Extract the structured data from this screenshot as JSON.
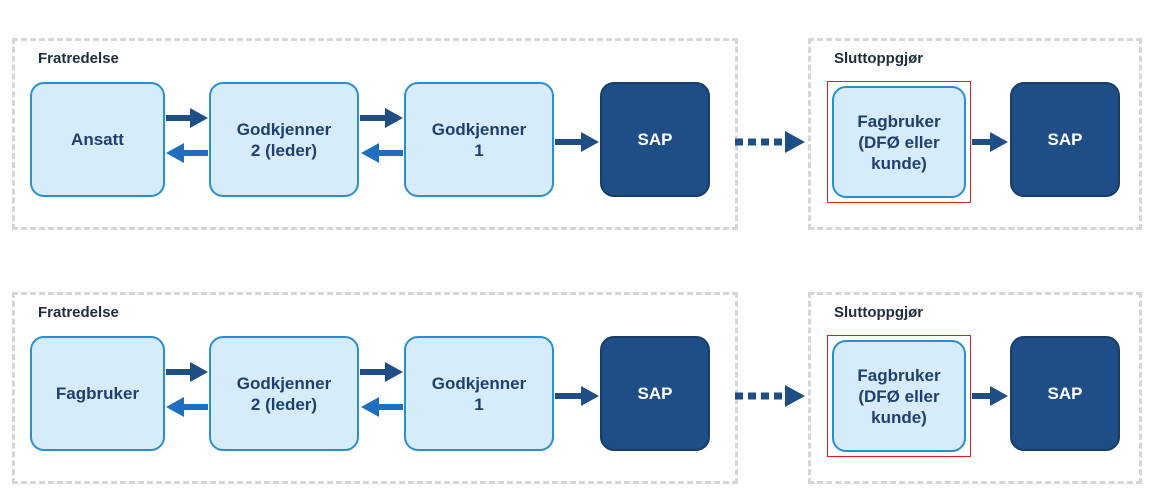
{
  "rows": [
    {
      "fratredelse": {
        "title": "Fratredelse",
        "nodes": [
          "Ansatt",
          "Godkjenner\n2 (leder)",
          "Godkjenner\n1",
          "SAP"
        ]
      },
      "sluttoppgjor": {
        "title": "Sluttoppgjør",
        "nodes": [
          "Fagbruker\n(DFØ eller\nkunde)",
          "SAP"
        ]
      }
    },
    {
      "fratredelse": {
        "title": "Fratredelse",
        "nodes": [
          "Fagbruker",
          "Godkjenner\n2 (leder)",
          "Godkjenner\n1",
          "SAP"
        ]
      },
      "sluttoppgjor": {
        "title": "Sluttoppgjør",
        "nodes": [
          "Fagbruker\n(DFØ eller\nkunde)",
          "SAP"
        ]
      }
    }
  ],
  "colors": {
    "light_fill": "#d6ecfa",
    "light_border": "#2b8fcf",
    "dark_fill": "#1f4e86",
    "arrow_forward": "#1f4e86",
    "arrow_back": "#1f6fc0",
    "highlight": "#e02020",
    "group_border": "#d6d6d6"
  }
}
